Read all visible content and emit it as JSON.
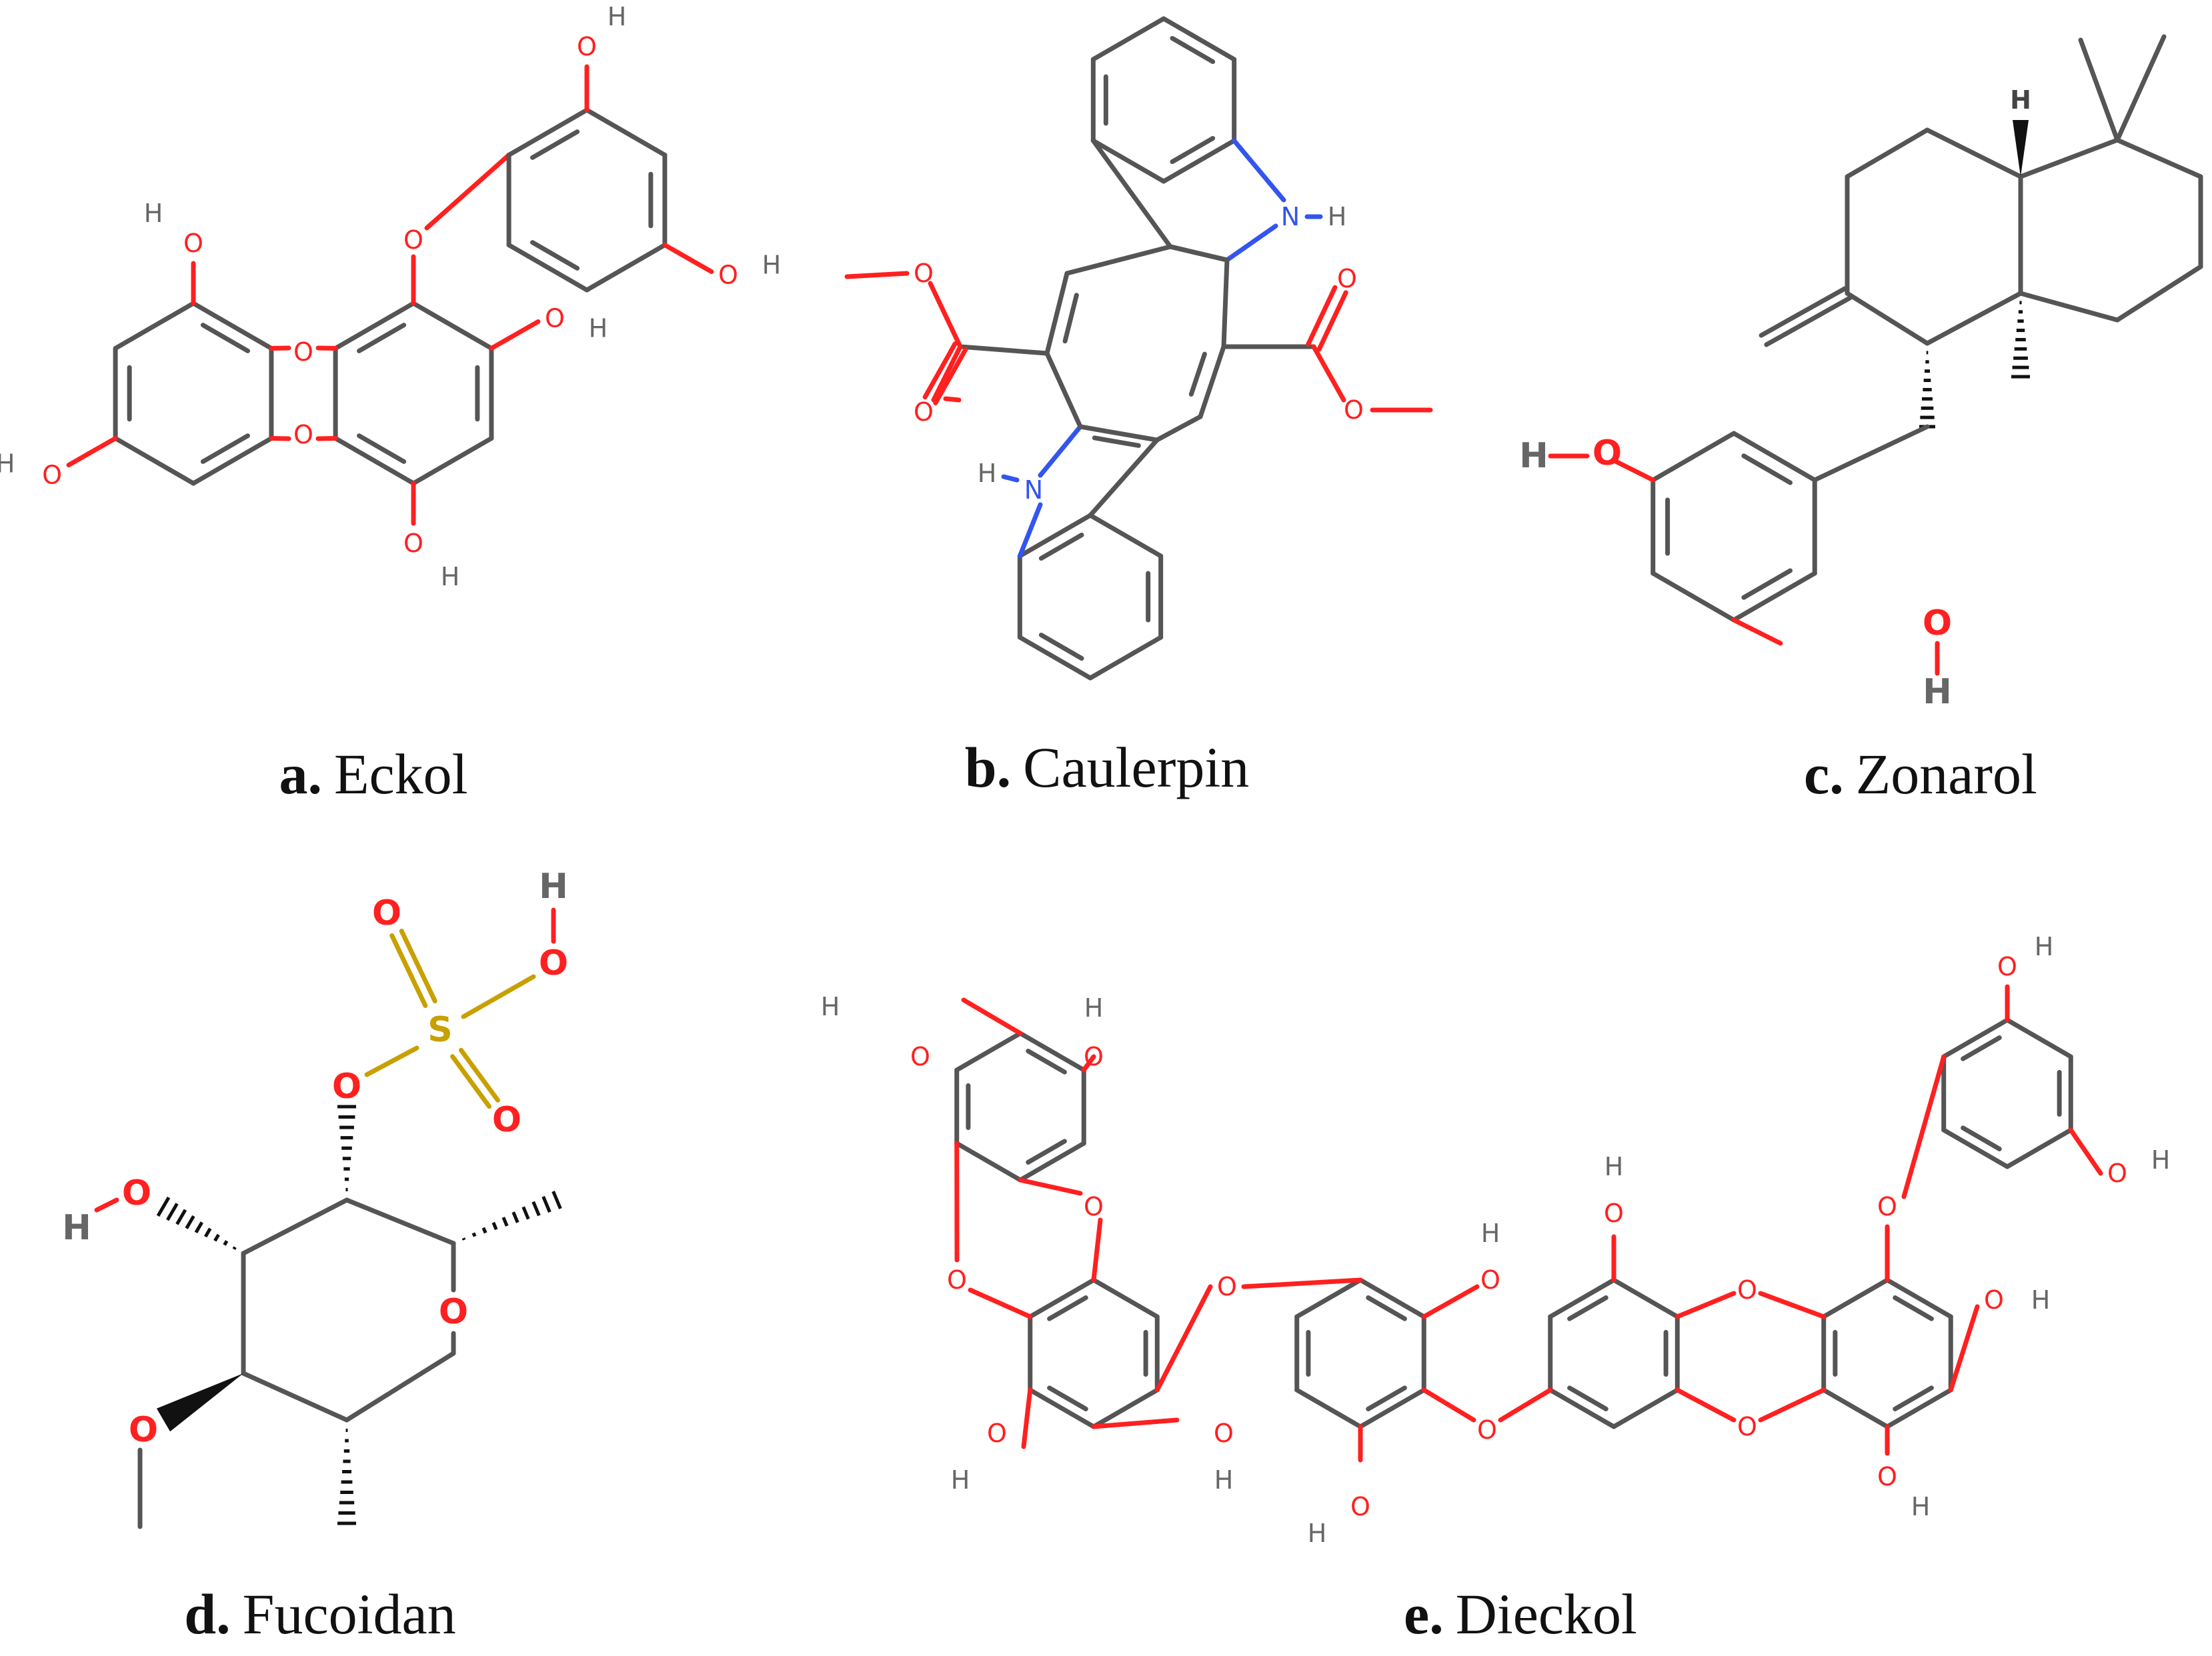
{
  "panels": [
    {
      "id": "a",
      "letter": "a.",
      "name": "Eckol"
    },
    {
      "id": "b",
      "letter": "b.",
      "name": "Caulerpin"
    },
    {
      "id": "c",
      "letter": "c.",
      "name": "Zonarol"
    },
    {
      "id": "d",
      "letter": "d.",
      "name": "Fucoidan"
    },
    {
      "id": "e",
      "letter": "e.",
      "name": "Dieckol"
    }
  ],
  "atom_labels": {
    "O": "O",
    "N": "N",
    "H": "H",
    "S": "S"
  },
  "colors": {
    "bond": "#555555",
    "oxygen": "#ff2020",
    "nitrogen": "#3355ee",
    "sulfur": "#c8a000",
    "hydrogen": "#666666",
    "caption": "#111111"
  }
}
